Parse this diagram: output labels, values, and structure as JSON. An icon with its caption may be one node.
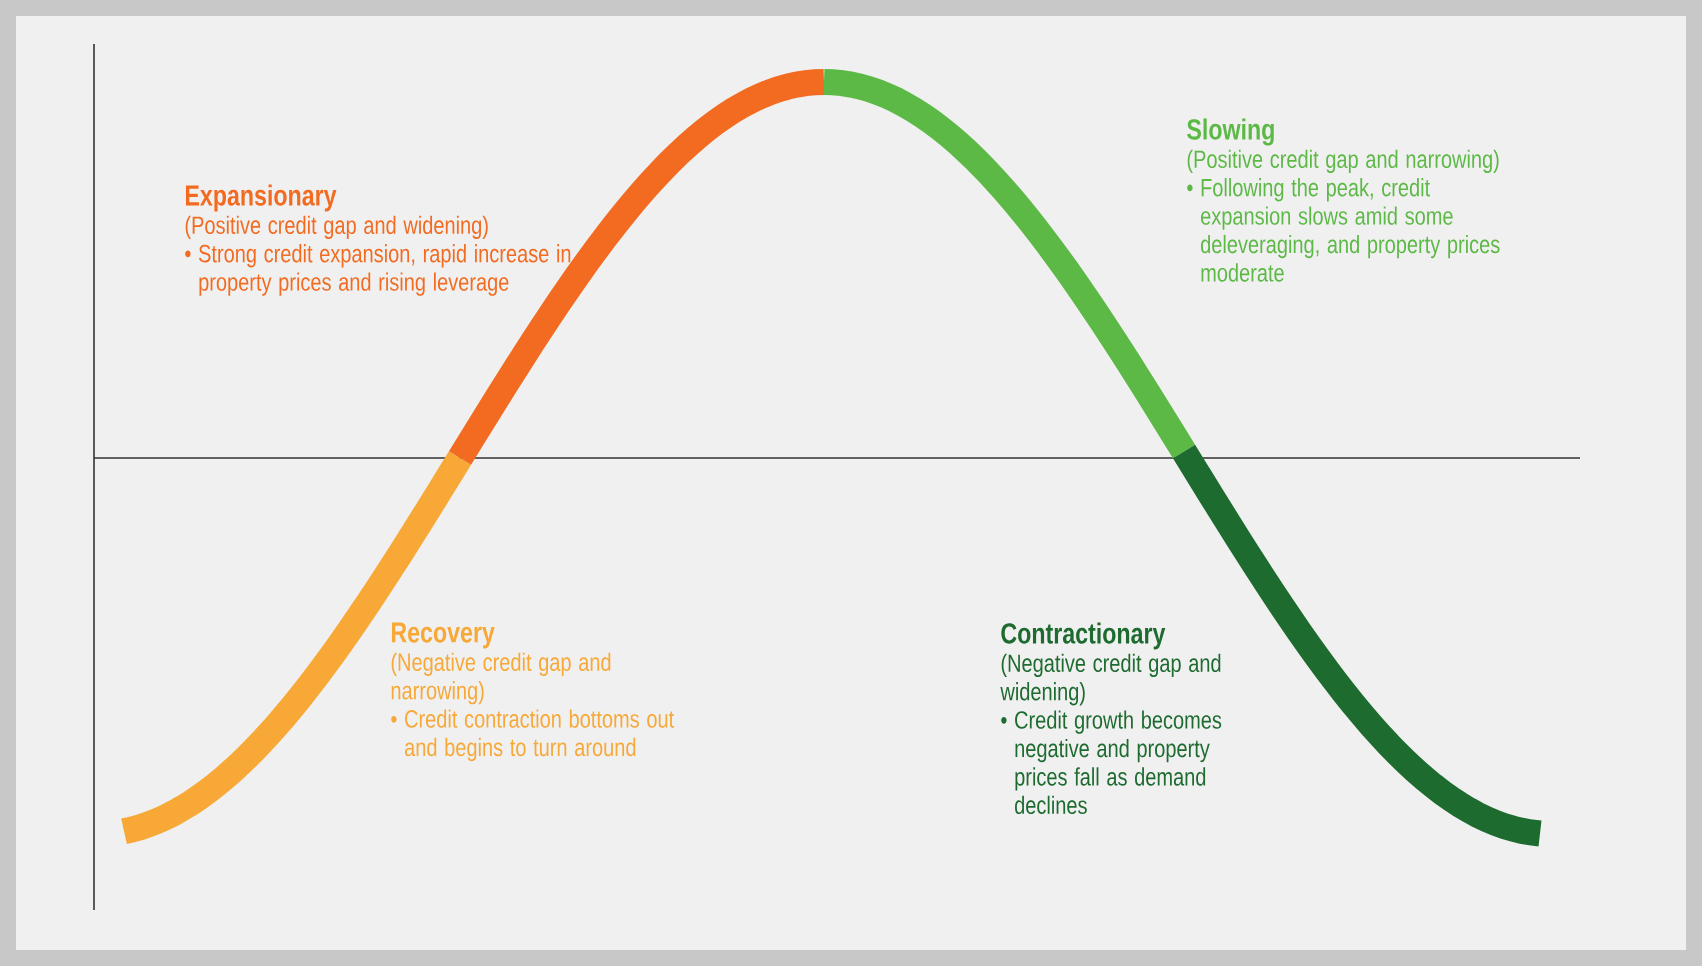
{
  "diagram": {
    "labels": [
      "Expansionary",
      "(Positive credit gap and widening)",
      "• Strong credit expansion, rapid increase in property prices and rising leverage",
      "Slowing",
      "(Positive credit gap and narrowing)",
      "• Following the peak, credit expansion slows amid some deleveraging, and property prices moderate",
      "Recovery",
      "(Negative credit gap and narrowing)",
      "• Credit contraction bottoms out and begins to turn around",
      "Contractionary",
      "(Negative credit gap and widening)",
      "• Credit growth becomes negative and property prices fall as demand declines"
    ]
  }
}
